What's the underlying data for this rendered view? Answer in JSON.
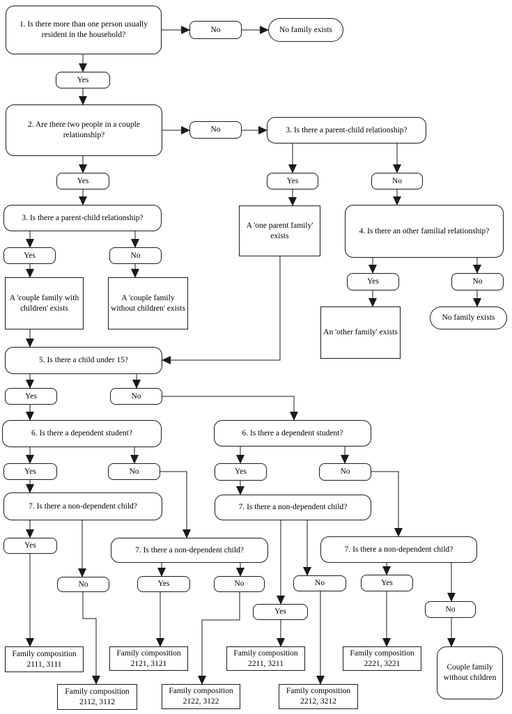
{
  "diagram": {
    "type": "flowchart",
    "nodes": {
      "q1": "1. Is there more than one person usually resident in the household?",
      "no_q1": "No",
      "no_family_exists_top": "No family exists",
      "yes_q1": "Yes",
      "q2": "2. Are there two people in a couple relationship?",
      "no_q2": "No",
      "q3_right": "3. Is there a parent-child relationship?",
      "yes_q2": "Yes",
      "q3_left": "3. Is there a parent-child relationship?",
      "yes_q3_right": "Yes",
      "no_q3_right": "No",
      "one_parent_family": "A 'one parent family' exists",
      "q4": "4. Is there an other familial relationship?",
      "yes_q3_left": "Yes",
      "no_q3_left": "No",
      "couple_family_with_children": "A 'couple family with children' exists",
      "couple_family_without_children": "A 'couple family without children' exists",
      "yes_q4": "Yes",
      "no_q4": "No",
      "other_family": "An 'other family' exists",
      "no_family_exists_right": "No family exists",
      "q5": "5. Is there a child under 15?",
      "yes_q5": "Yes",
      "no_q5": "No",
      "q6_left": "6. Is there a dependent student?",
      "q6_right": "6. Is there a dependent student?",
      "yes_q6_left": "Yes",
      "no_q6_left": "No",
      "yes_q6_right": "Yes",
      "no_q6_right": "No",
      "q7_a": "7. Is there a non-dependent child?",
      "q7_b": "7. Is there a non-dependent child?",
      "q7_c": "7. Is there a non-dependent child?",
      "q7_d": "7. Is there a non-dependent child?",
      "yes_q7_a": "Yes",
      "no_q7_a": "No",
      "yes_q7_b": "Yes",
      "no_q7_b": "No",
      "yes_q7_c": "Yes",
      "no_q7_c": "No",
      "yes_q7_d": "Yes",
      "no_q7_d": "No",
      "fc_2111": "Family composition 2111, 3111",
      "fc_2112": "Family composition 2112, 3112",
      "fc_2121": "Family composition 2121, 3121",
      "fc_2122": "Family composition 2122, 3122",
      "fc_2211": "Family composition 2211, 3211",
      "fc_2212": "Family composition 2212, 3212",
      "fc_2221": "Family composition 2221, 3221",
      "couple_family_without_children_outcome": "Couple family without children"
    },
    "colors": {
      "line": "#1a1a1a",
      "background": "#ffffff"
    }
  }
}
